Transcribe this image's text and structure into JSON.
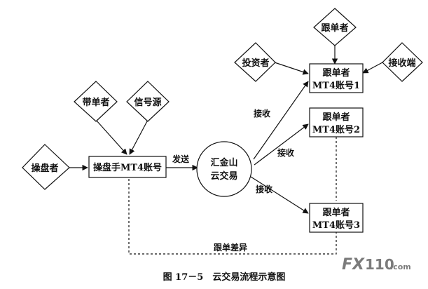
{
  "diagram": {
    "nodes": {
      "trader": "操盘者",
      "signal_provider": "带单者",
      "signal_source": "信号源",
      "trader_account": "操盘手MT4账号",
      "cloud_platform_line1": "汇金山",
      "cloud_platform_line2": "云交易",
      "investor": "投资者",
      "follower_top": "跟单者",
      "receiver": "接收端",
      "account1_line1": "跟单者",
      "account1_line2": "MT4账号1",
      "account2_line1": "跟单者",
      "account2_line2": "MT4账号2",
      "account3_line1": "跟单者",
      "account3_line2": "MT4账号3"
    },
    "edges": {
      "send": "发送",
      "receive1": "接收",
      "receive2": "接收",
      "receive3": "接收",
      "difference": "跟单差异"
    },
    "caption": "图 17－5　云交易流程示意图"
  },
  "watermark": {
    "brand": "FX",
    "number": "110",
    "suffix": ".com"
  }
}
